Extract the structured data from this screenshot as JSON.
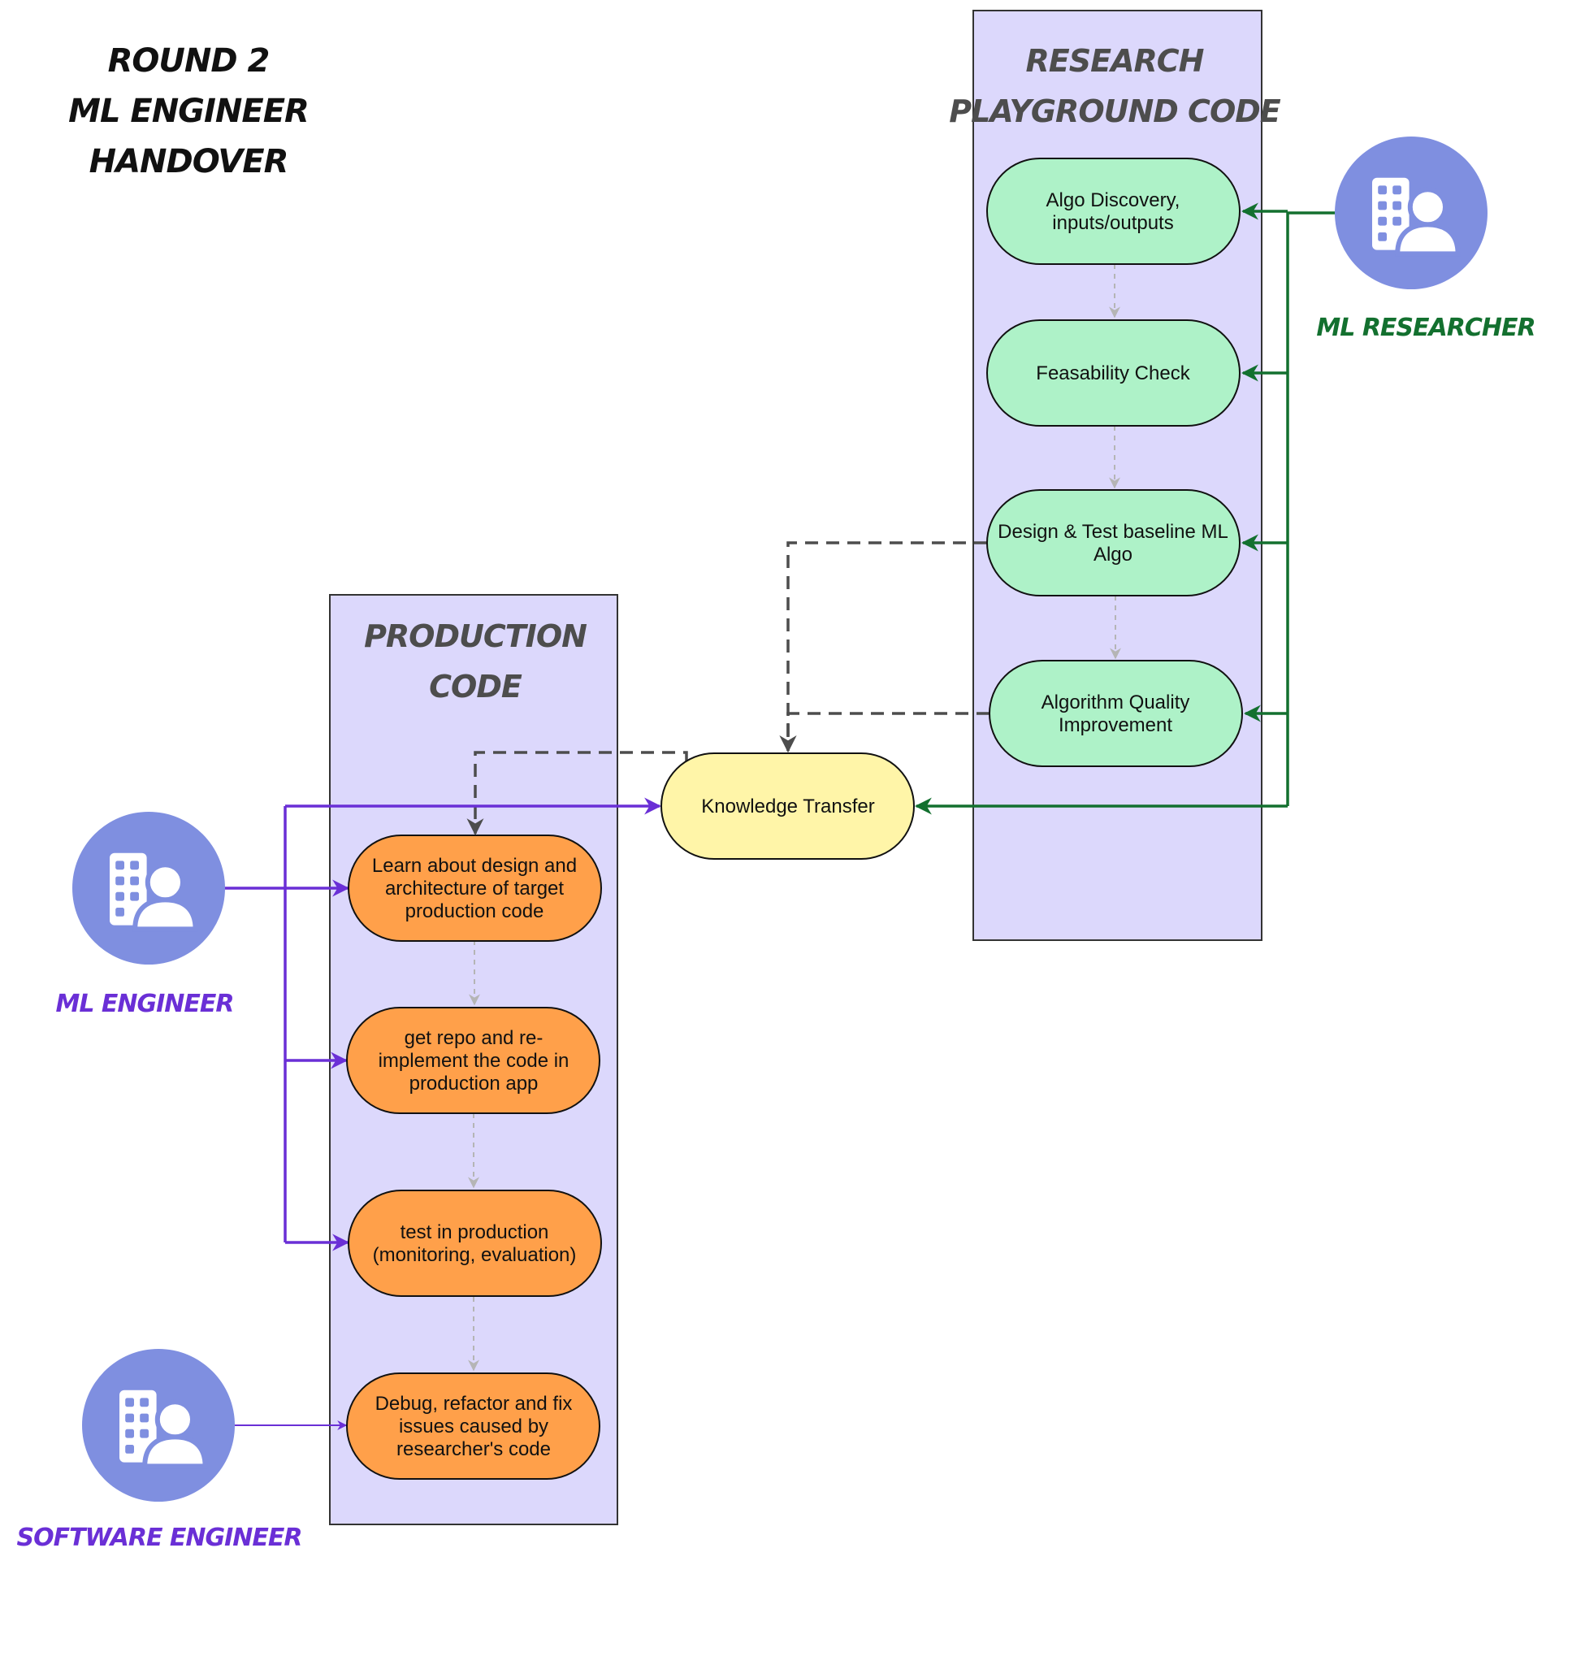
{
  "title_lines": [
    "ROUND 2",
    "ML ENGINEER",
    "HANDOVER"
  ],
  "research": {
    "title_lines": [
      "RESEARCH",
      "PLAYGROUND CODE"
    ],
    "steps": [
      {
        "lines": [
          "Algo Discovery,",
          "inputs/outputs"
        ]
      },
      {
        "lines": [
          "Feasability Check"
        ]
      },
      {
        "lines": [
          "Design & Test baseline ML",
          "Algo"
        ]
      },
      {
        "lines": [
          "Algorithm Quality",
          "Improvement"
        ]
      }
    ]
  },
  "production": {
    "title_lines": [
      "PRODUCTION",
      "CODE"
    ],
    "steps": [
      {
        "lines": [
          "Learn about design and",
          "architecture of target",
          "production code"
        ]
      },
      {
        "lines": [
          "get repo and re-",
          "implement the code in",
          "production app"
        ]
      },
      {
        "lines": [
          "test in production",
          "(monitoring, evaluation)"
        ]
      },
      {
        "lines": [
          "Debug, refactor and fix",
          "issues caused by",
          "researcher's code"
        ]
      }
    ]
  },
  "knowledge_transfer": {
    "label": "Knowledge Transfer"
  },
  "roles": {
    "ml_researcher": "ML RESEARCHER",
    "ml_engineer": "ML ENGINEER",
    "software_engineer": "SOFTWARE ENGINEER"
  },
  "colors": {
    "lane_fill": "#dcd8fc",
    "research_step": "#aef2c8",
    "production_step": "#ffa04a",
    "knowledge_transfer": "#fff5a8",
    "avatar": "#7f8fe0",
    "researcher_arrow": "#13702f",
    "engineer_arrow": "#6a2fd6",
    "title_text": "#111111",
    "lane_title_text": "#4d4d4d",
    "researcher_label": "#13702f",
    "engineer_label": "#6a2fd6"
  },
  "icon": "user-building-icon"
}
